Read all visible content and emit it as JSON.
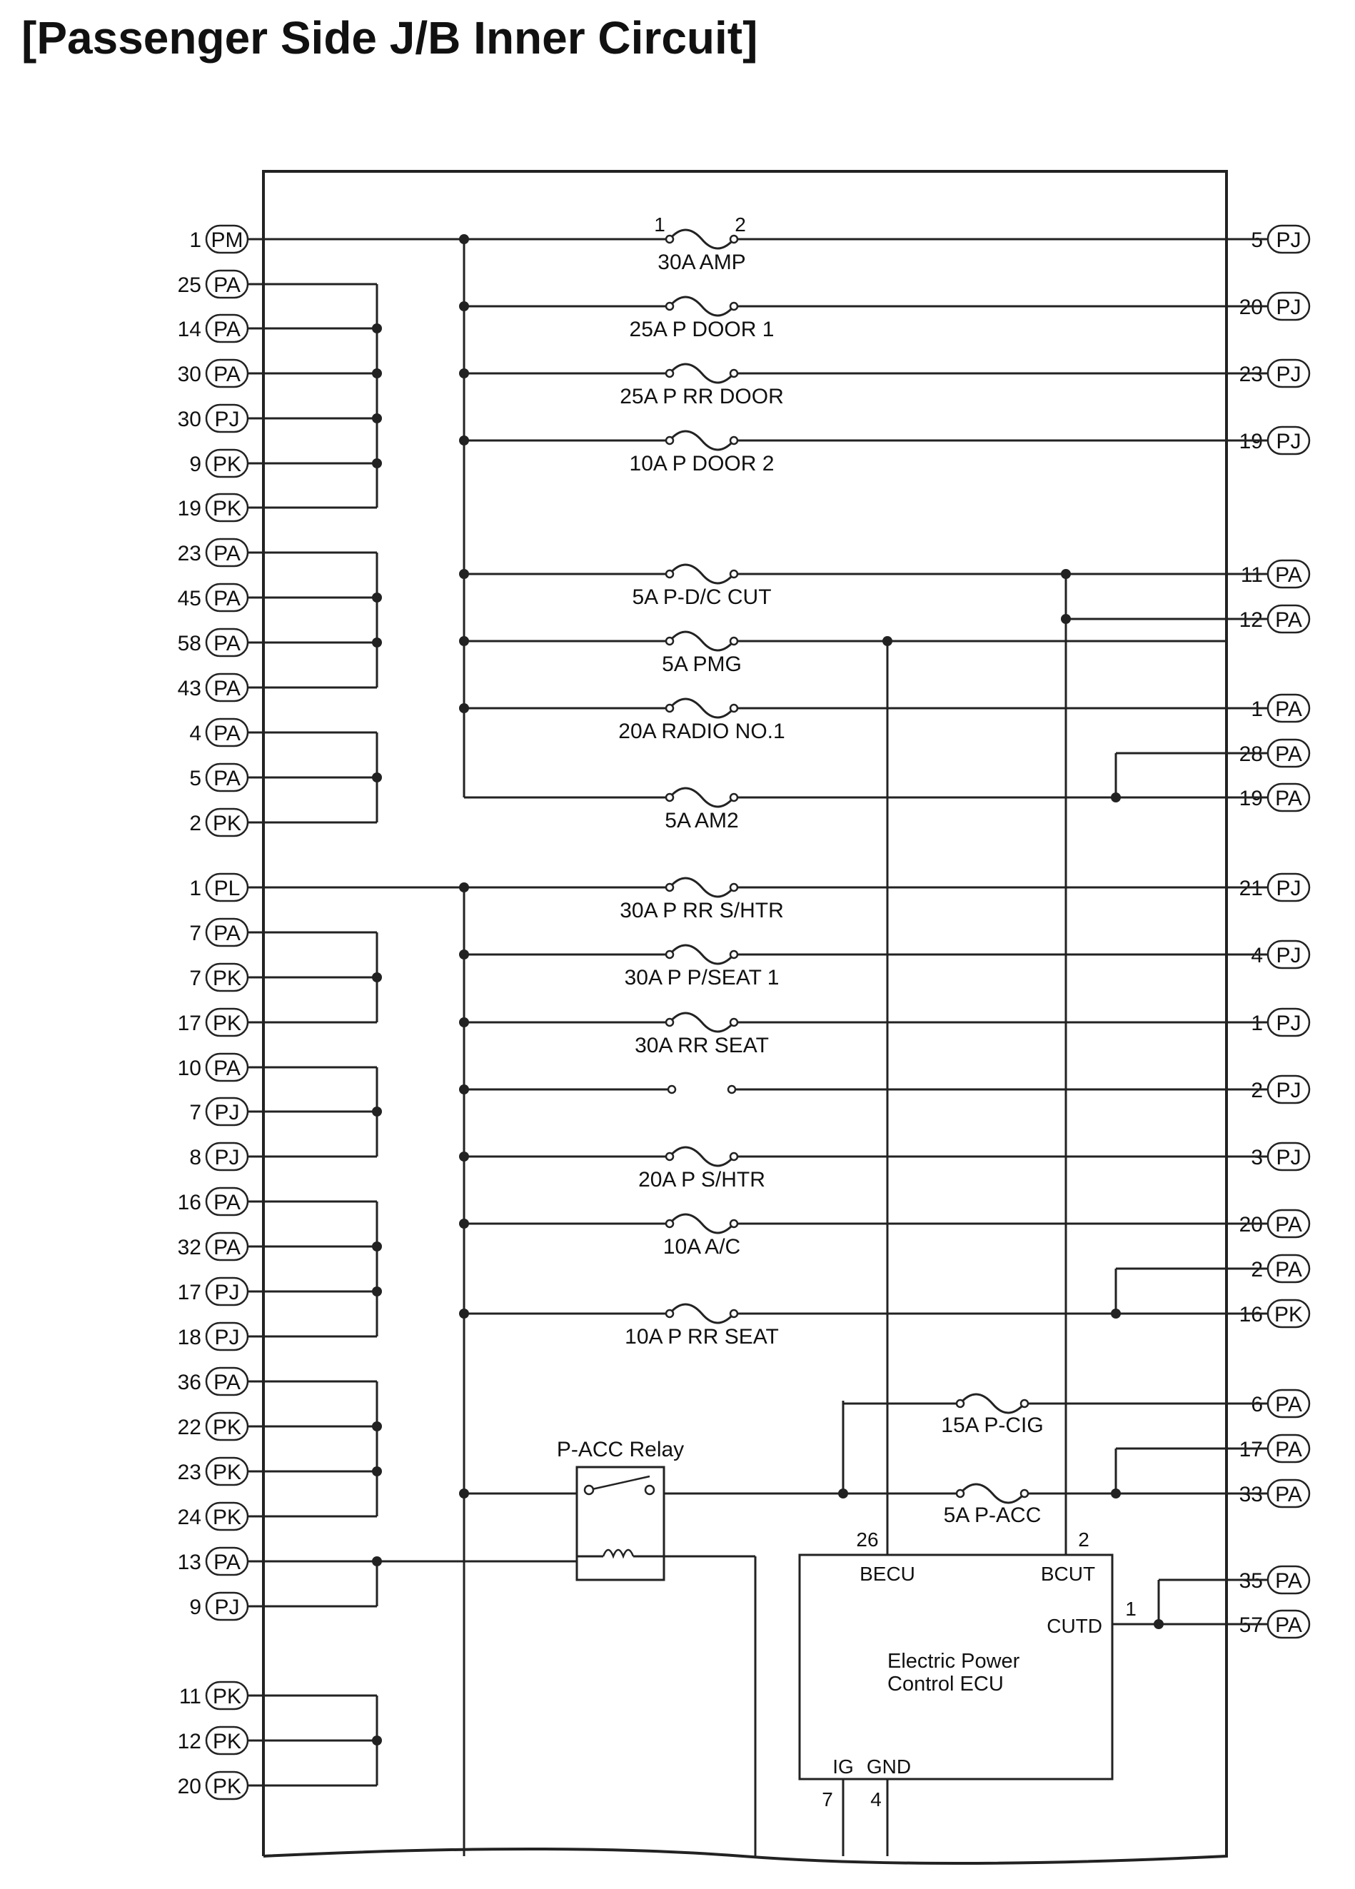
{
  "title": "[Passenger Side J/B Inner Circuit]",
  "left_terminals": [
    {
      "n": "1",
      "c": "PM"
    },
    {
      "n": "25",
      "c": "PA"
    },
    {
      "n": "14",
      "c": "PA"
    },
    {
      "n": "30",
      "c": "PA"
    },
    {
      "n": "30",
      "c": "PJ"
    },
    {
      "n": "9",
      "c": "PK"
    },
    {
      "n": "19",
      "c": "PK"
    },
    {
      "n": "23",
      "c": "PA"
    },
    {
      "n": "45",
      "c": "PA"
    },
    {
      "n": "58",
      "c": "PA"
    },
    {
      "n": "43",
      "c": "PA"
    },
    {
      "n": "4",
      "c": "PA"
    },
    {
      "n": "5",
      "c": "PA"
    },
    {
      "n": "2",
      "c": "PK"
    },
    {
      "n": "1",
      "c": "PL"
    },
    {
      "n": "7",
      "c": "PA"
    },
    {
      "n": "7",
      "c": "PK"
    },
    {
      "n": "17",
      "c": "PK"
    },
    {
      "n": "10",
      "c": "PA"
    },
    {
      "n": "7",
      "c": "PJ"
    },
    {
      "n": "8",
      "c": "PJ"
    },
    {
      "n": "16",
      "c": "PA"
    },
    {
      "n": "32",
      "c": "PA"
    },
    {
      "n": "17",
      "c": "PJ"
    },
    {
      "n": "18",
      "c": "PJ"
    },
    {
      "n": "36",
      "c": "PA"
    },
    {
      "n": "22",
      "c": "PK"
    },
    {
      "n": "23",
      "c": "PK"
    },
    {
      "n": "24",
      "c": "PK"
    },
    {
      "n": "13",
      "c": "PA"
    },
    {
      "n": "9",
      "c": "PJ"
    },
    {
      "n": "11",
      "c": "PK"
    },
    {
      "n": "12",
      "c": "PK"
    },
    {
      "n": "20",
      "c": "PK"
    }
  ],
  "right_terminals": [
    {
      "n": "5",
      "c": "PJ"
    },
    {
      "n": "20",
      "c": "PJ"
    },
    {
      "n": "23",
      "c": "PJ"
    },
    {
      "n": "19",
      "c": "PJ"
    },
    {
      "n": "11",
      "c": "PA"
    },
    {
      "n": "12",
      "c": "PA"
    },
    {
      "n": "1",
      "c": "PA"
    },
    {
      "n": "28",
      "c": "PA"
    },
    {
      "n": "19",
      "c": "PA"
    },
    {
      "n": "21",
      "c": "PJ"
    },
    {
      "n": "4",
      "c": "PJ"
    },
    {
      "n": "1",
      "c": "PJ"
    },
    {
      "n": "2",
      "c": "PJ"
    },
    {
      "n": "3",
      "c": "PJ"
    },
    {
      "n": "20",
      "c": "PA"
    },
    {
      "n": "2",
      "c": "PA"
    },
    {
      "n": "16",
      "c": "PK"
    },
    {
      "n": "6",
      "c": "PA"
    },
    {
      "n": "17",
      "c": "PA"
    },
    {
      "n": "33",
      "c": "PA"
    },
    {
      "n": "35",
      "c": "PA"
    },
    {
      "n": "57",
      "c": "PA"
    }
  ],
  "fuses": [
    "30A AMP",
    "25A P DOOR 1",
    "25A P RR DOOR",
    "10A P DOOR 2",
    "5A P-D/C CUT",
    "5A PMG",
    "20A RADIO NO.1",
    "5A AM2",
    "30A P RR S/HTR",
    "30A P P/SEAT 1",
    "30A RR SEAT",
    "20A P S/HTR",
    "10A A/C",
    "10A P RR SEAT",
    "15A P-CIG",
    "5A P-ACC"
  ],
  "amp_fuse_pins": [
    "1",
    "2"
  ],
  "relay": {
    "label": "P-ACC Relay"
  },
  "ecu": {
    "name_line1": "Electric Power",
    "name_line2": "Control ECU",
    "becu": "BECU",
    "bcut": "BCUT",
    "cutd": "CUTD",
    "ig": "IG",
    "gnd": "GND",
    "pin_becu": "26",
    "pin_bcut": "2",
    "pin_cutd": "1",
    "pin_ig": "7",
    "pin_gnd": "4"
  }
}
